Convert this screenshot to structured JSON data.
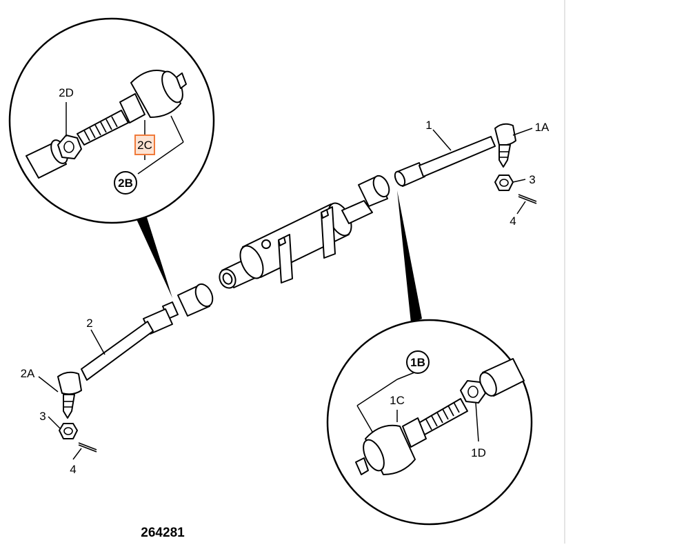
{
  "labels": {
    "l1": "1",
    "l1A": "1A",
    "l1B": "1B",
    "l1C": "1C",
    "l1D": "1D",
    "l2": "2",
    "l2A": "2A",
    "l2B": "2B",
    "l2C": "2C",
    "l2D": "2D",
    "l3a": "3",
    "l3b": "3",
    "l4a": "4",
    "l4b": "4"
  },
  "drawing_number": "264281",
  "highlight_color": "#f07a3a"
}
